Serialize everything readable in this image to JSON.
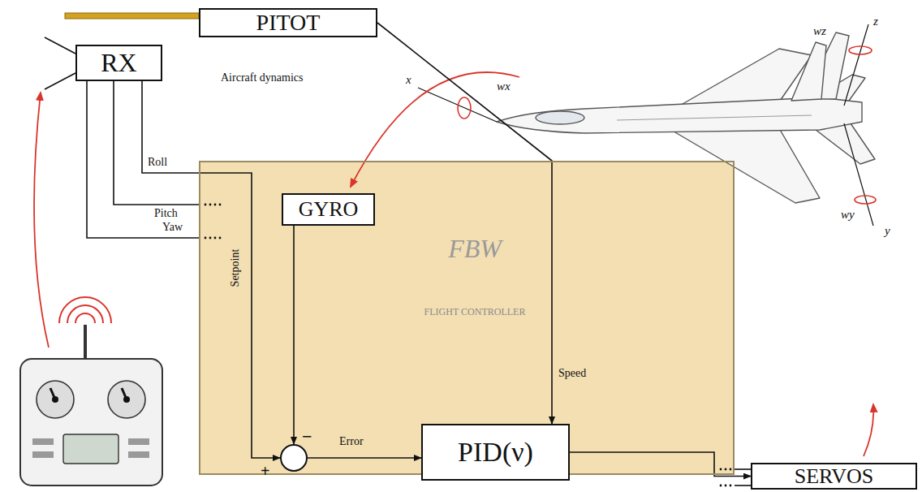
{
  "diagram": {
    "nodes": [
      {
        "text": [
          "PITOT"
        ]
      },
      {
        "text": [
          "RX"
        ]
      },
      {
        "text": [
          "FBW",
          "FLIGHT CONTROLLER"
        ]
      },
      {
        "text": [
          "GYRO"
        ],
        "in": 2
      },
      {
        "text": [
          "+",
          "−"
        ],
        "in": 2
      },
      {
        "text": [
          "PID(ν)"
        ],
        "in": 2
      },
      {
        "text": [
          "SERVOS"
        ]
      }
    ],
    "edges": [
      {
        "from": 1,
        "to": 4,
        "arrow": "to",
        "label": "Roll"
      },
      {
        "from": 3,
        "to": 4,
        "arrow": "to"
      },
      {
        "from": 4,
        "to": 5,
        "arrow": "to",
        "label": "Error"
      },
      {
        "from": 0,
        "to": 5,
        "arrow": "to",
        "label": "Speed"
      },
      {
        "from": 5,
        "to": 6,
        "arrow": "to"
      }
    ],
    "labels": [
      "Aircraft dynamics",
      "Pitch",
      "Yaw",
      "Setpoint",
      "x",
      "wx",
      "z",
      "wz",
      "y",
      "wy"
    ]
  }
}
